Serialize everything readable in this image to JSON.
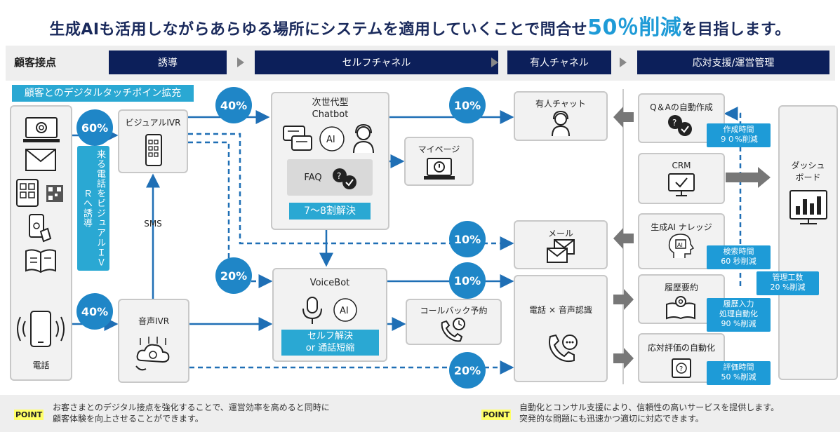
{
  "title": {
    "prefix": "生成AIも活用しながらあらゆる場所にシステムを適用していくことで問合せ",
    "highlight": "50％削減",
    "suffix": "を目指します。"
  },
  "header": {
    "row_label": "顧客接点",
    "stages": [
      "誘導",
      "セルフチャネル",
      "有人チャネル",
      "応対支援/運営管理"
    ]
  },
  "touchpoint_banner": "顧客とのデジタルタッチポイン拡充",
  "left_channel_label": "電話",
  "vertical_note": "来る電話をビジュアルＩＶＲへ誘導",
  "percentages": {
    "p60": "60%",
    "p40_top": "40%",
    "p40_bottom": "40%",
    "p20_mid": "20%",
    "p10_chat": "10%",
    "p10_mail": "10%",
    "p10_phone": "10%",
    "p20_bottom": "20%"
  },
  "nodes": {
    "visual_ivr": "ビジュアルIVR",
    "voice_ivr": "音声IVR",
    "sms": "SMS",
    "chatbot": "次世代型\nChatbot",
    "faq": "FAQ",
    "chatbot_result": "7～8割解決",
    "mypage": "マイページ",
    "voicebot": "VoiceBot",
    "voicebot_result_1": "セルフ解決",
    "voicebot_result_2": "or 通話短縮",
    "callback": "コールバック予約",
    "staff_chat": "有人チャット",
    "mail": "メール",
    "phone_voice": "電話 × 音声認識",
    "qa_auto": "Q＆Aの自動作成",
    "crm": "CRM",
    "gen_ai": "生成AI ナレッジ",
    "history": "履歴要約",
    "eval_auto": "応対評価の自動化",
    "dashboard": "ダッシュ\nボード"
  },
  "notes": {
    "create_time_1": "作成時間",
    "create_time_2": "９０%削減",
    "search_time_1": "検索時間",
    "search_time_2": "60 秒削減",
    "mgmt_1": "管理工数",
    "mgmt_2": "20 %削減",
    "history_1": "履歴入力",
    "history_2": "処理自動化",
    "history_3": "90 %削減",
    "eval_1": "評価時間",
    "eval_2": "50 %削減"
  },
  "footer": {
    "point_label": "POINT",
    "left_line1": "お客さまとのデジタル接点を強化することで、運営効率を高めると同時に",
    "left_line2": "顧客体験を向上させることができます。",
    "right_line1": "自動化とコンサル支援により、信頼性の高いサービスを提供します。",
    "right_line2": "突発的な問題にも迅速かつ適切に対応できます。"
  },
  "colors": {
    "navy": "#0c1f5a",
    "blue": "#1f86c7",
    "teal": "#2aa8d3",
    "accent": "#1e9bd7"
  }
}
